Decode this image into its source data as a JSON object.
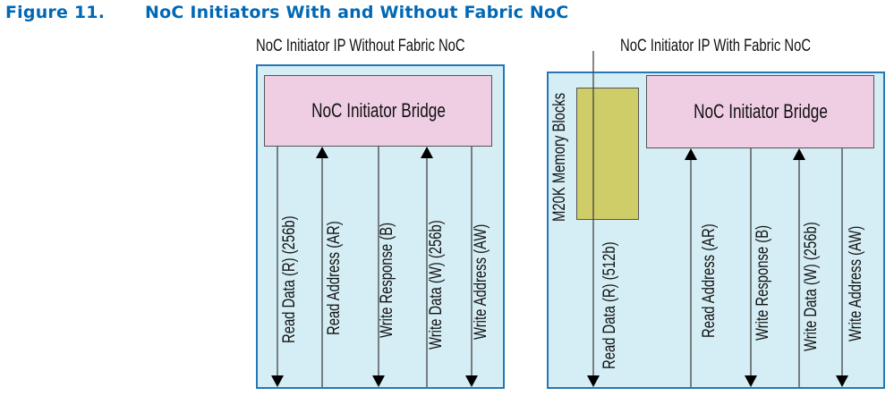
{
  "figure": {
    "number": "Figure 11.",
    "title": "NoC Initiators With and Without Fabric NoC"
  },
  "left_panel": {
    "title": "NoC Initiator IP Without Fabric NoC",
    "bridge_label": "NoC Initiator Bridge",
    "signals": [
      {
        "label": "Read Data (R) (256b)",
        "direction": "down"
      },
      {
        "label": "Read Address (AR)",
        "direction": "up"
      },
      {
        "label": "Write Response (B)",
        "direction": "down"
      },
      {
        "label": "Write Data (W) (256b)",
        "direction": "up"
      },
      {
        "label": "Write Address (AW)",
        "direction": "down"
      }
    ]
  },
  "right_panel": {
    "title": "NoC Initiator IP With Fabric NoC",
    "bridge_label": "NoC Initiator Bridge",
    "memory_label": "M20K Memory Blocks",
    "signals": [
      {
        "label": "Read Data (R) (512b)",
        "direction": "down"
      },
      {
        "label": "Read Address (AR)",
        "direction": "up"
      },
      {
        "label": "Write Response (B)",
        "direction": "down"
      },
      {
        "label": "Write Data (W) (256b)",
        "direction": "up"
      },
      {
        "label": "Write Address (AW)",
        "direction": "down"
      }
    ]
  },
  "colors": {
    "title_blue": "#0068b5",
    "outer_fill": "#d5edf4",
    "outer_border": "#2777b6",
    "bridge_fill": "#efcde3",
    "memory_fill": "#cfcd67"
  }
}
